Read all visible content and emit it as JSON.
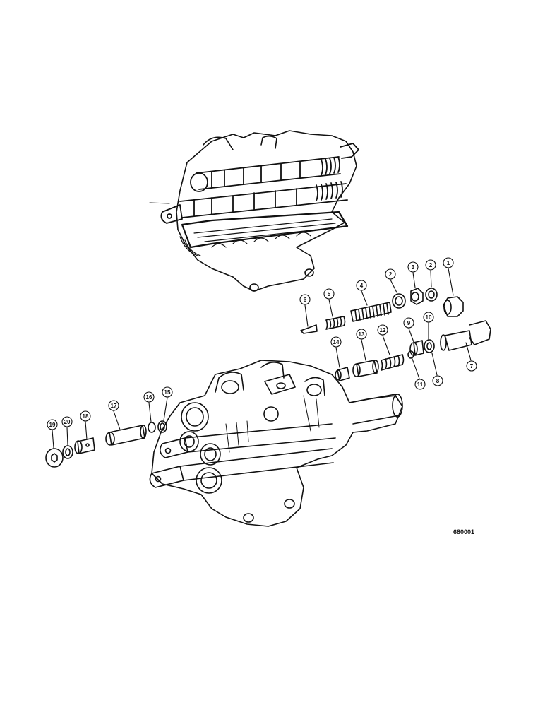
{
  "drawing_id": "680001",
  "callouts": [
    {
      "id": "c1",
      "label": "1"
    },
    {
      "id": "c2a",
      "label": "2"
    },
    {
      "id": "c3",
      "label": "3"
    },
    {
      "id": "c2b",
      "label": "2"
    },
    {
      "id": "c4",
      "label": "4"
    },
    {
      "id": "c5",
      "label": "5"
    },
    {
      "id": "c6",
      "label": "6"
    },
    {
      "id": "c7",
      "label": "7"
    },
    {
      "id": "c8",
      "label": "8"
    },
    {
      "id": "c9",
      "label": "9"
    },
    {
      "id": "c10",
      "label": "10"
    },
    {
      "id": "c11",
      "label": "11"
    },
    {
      "id": "c12",
      "label": "12"
    },
    {
      "id": "c13",
      "label": "13"
    },
    {
      "id": "c14",
      "label": "14"
    },
    {
      "id": "c15",
      "label": "15"
    },
    {
      "id": "c16",
      "label": "16"
    },
    {
      "id": "c17",
      "label": "17"
    },
    {
      "id": "c18",
      "label": "18"
    },
    {
      "id": "c19",
      "label": "19"
    },
    {
      "id": "c20",
      "label": "20"
    }
  ]
}
